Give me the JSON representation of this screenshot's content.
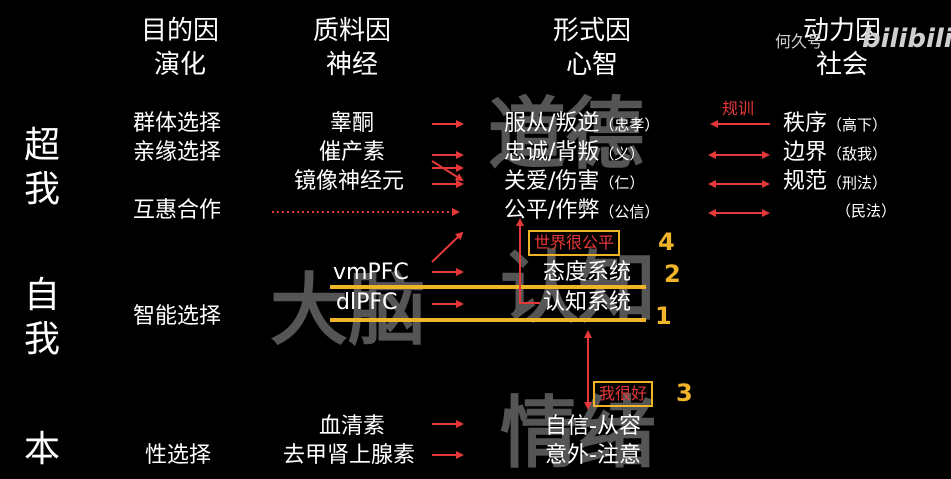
{
  "columns": [
    {
      "line1": "目的因",
      "line2": "演化"
    },
    {
      "line1": "质料因",
      "line2": "神经"
    },
    {
      "line1": "形式因",
      "line2": "心智"
    },
    {
      "line1": "动力因",
      "line2": "社会"
    }
  ],
  "levels": [
    {
      "line1": "超",
      "line2": "我"
    },
    {
      "line1": "自",
      "line2": "我"
    },
    {
      "line1": "本"
    }
  ],
  "evolution": [
    "群体选择",
    "亲缘选择",
    "互惠合作",
    "智能选择",
    "性选择"
  ],
  "neural": [
    "睾酮",
    "催产素",
    "镜像神经元",
    "vmPFC",
    "dlPFC",
    "血清素",
    "去甲肾上腺素"
  ],
  "morals": [
    {
      "text": "服从/叛逆",
      "tag": "（忠孝）"
    },
    {
      "text": "忠诚/背叛",
      "tag": "（义）"
    },
    {
      "text": "关爱/伤害",
      "tag": "（仁）"
    },
    {
      "text": "公平/作弊",
      "tag": "（公信）"
    }
  ],
  "systems": [
    "态度系统",
    "认知系统"
  ],
  "basic": [
    "自信-从容",
    "意外-注意"
  ],
  "society": [
    {
      "text": "秩序",
      "tag": "（高下）"
    },
    {
      "text": "边界",
      "tag": "（敌我）"
    },
    {
      "text": "规范",
      "tag": "（刑法）"
    },
    {
      "text": "",
      "tag": "（民法）"
    }
  ],
  "regulation_label": "规训",
  "callouts": [
    {
      "text": "世界很公平",
      "num": "4"
    },
    {
      "text": "我很好",
      "num": "3"
    }
  ],
  "bar_numbers": [
    "2",
    "1"
  ],
  "watermarks": [
    "道德",
    "大脑",
    "认知",
    "情绪"
  ],
  "bilibili": {
    "author": "何久号",
    "logo": "bilibili"
  },
  "colors": {
    "arrow": "#e5383b",
    "highlight": "#f0b429",
    "watermark": "#5d5d5d"
  }
}
